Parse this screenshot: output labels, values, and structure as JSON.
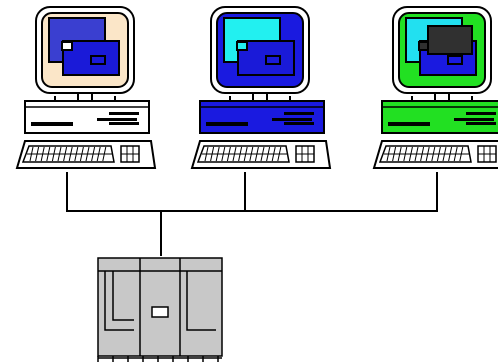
{
  "diagram": {
    "workstations": [
      {
        "id": "left",
        "screen_color": "#fbe6c8",
        "window_back": "#3a3fd0",
        "window_front": "#1a1ad8",
        "window_top": "#ffffff",
        "case_color": "#ffffff"
      },
      {
        "id": "middle",
        "screen_color": "#1a1ae0",
        "window_back": "#22f0f0",
        "window_front": "#1a1ad8",
        "window_top": "#22f0f0",
        "case_color": "#1a1ae0"
      },
      {
        "id": "right",
        "screen_color": "#22e022",
        "window_back": "#22e0f0",
        "window_front": "#1a1ae0",
        "window_top": "#303030",
        "case_color": "#22e022"
      }
    ],
    "server": {
      "color": "#c8c8c8"
    },
    "line_color": "#000000"
  }
}
